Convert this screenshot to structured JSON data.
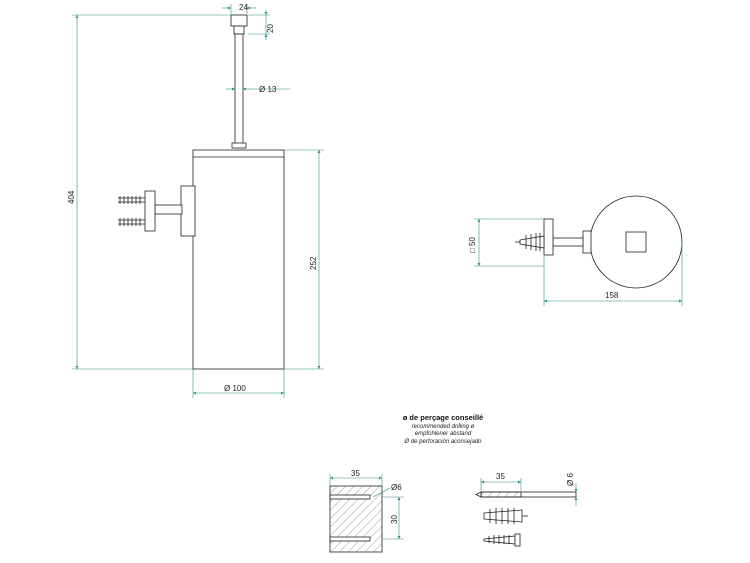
{
  "front_view": {
    "top_width": "24",
    "top_height": "20",
    "rod_diameter": "Ø 13",
    "total_height": "404",
    "body_height": "252",
    "body_diameter": "Ø 100"
  },
  "side_view": {
    "plate_size": "□ 50",
    "depth": "158"
  },
  "drilling_note": {
    "line_fr": "ø de perçage conseillé",
    "line_en": "recommended drilling ø",
    "line_de": "empfohlener abstand",
    "line_es": "Ø de perforación aconsejado"
  },
  "wall_detail": {
    "depth": "35",
    "hole_diameter": "Ø6",
    "spacing": "30"
  },
  "drill_detail": {
    "depth": "35",
    "bit_diameter": "Ø 6"
  },
  "colors": {
    "line": "#222222",
    "dimension": "#2f8f86"
  }
}
